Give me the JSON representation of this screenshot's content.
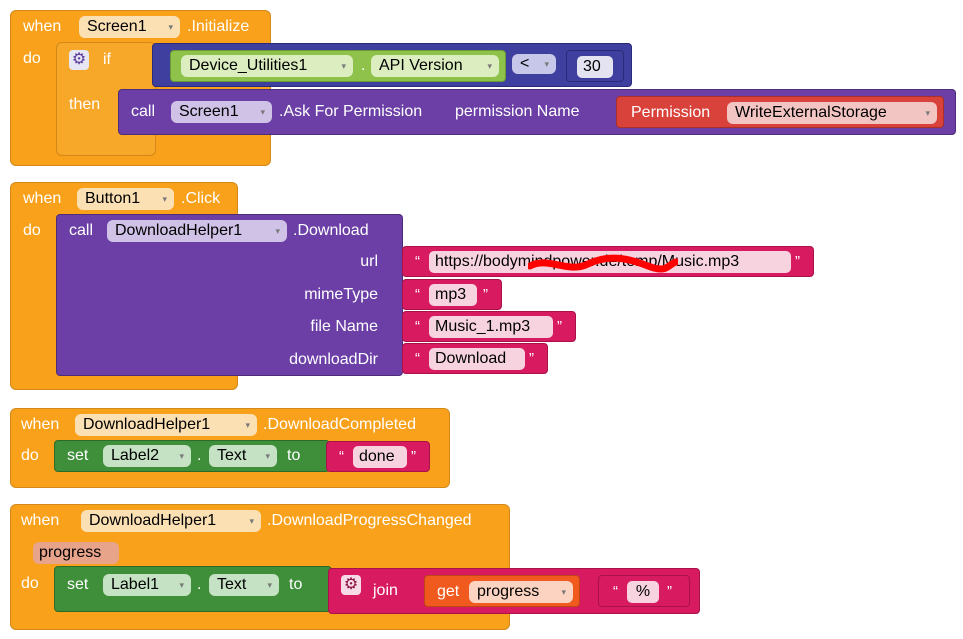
{
  "blocks": [
    {
      "when": "when",
      "do": "do",
      "component": "Screen1",
      "event": ".Initialize",
      "if": "if",
      "then": "then",
      "device_component": "Device_Utilities1",
      "dot": ".",
      "property": "API Version",
      "operator": "<",
      "number": "30",
      "call": "call",
      "call_component": "Screen1",
      "method": ".Ask For Permission",
      "param_label": "permission Name",
      "permission_label": "Permission",
      "permission_value": "WriteExternalStorage"
    },
    {
      "when": "when",
      "do": "do",
      "component": "Button1",
      "event": ".Click",
      "call": "call",
      "call_component": "DownloadHelper1",
      "method": ".Download",
      "params": [
        {
          "name": "url",
          "value": "https://bodymindpower.de/temp/Music.mp3"
        },
        {
          "name": "mimeType",
          "value": "mp3"
        },
        {
          "name": "file Name",
          "value": "Music_1.mp3"
        },
        {
          "name": "downloadDir",
          "value": "Download"
        }
      ]
    },
    {
      "when": "when",
      "do": "do",
      "component": "DownloadHelper1",
      "event": ".DownloadCompleted",
      "set": "set",
      "set_component": "Label2",
      "dot": ".",
      "property": "Text",
      "to": "to",
      "value": "done"
    },
    {
      "when": "when",
      "do": "do",
      "component": "DownloadHelper1",
      "event": ".DownloadProgressChanged",
      "param": "progress",
      "set": "set",
      "set_component": "Label1",
      "dot": ".",
      "property": "Text",
      "to": "to",
      "join": "join",
      "get": "get",
      "get_var": "progress",
      "suffix": "%"
    }
  ],
  "quote_open": "“",
  "quote_close": "”",
  "dropdown_arrow": "▾",
  "icons": {
    "mutator": "gear-icon"
  },
  "colors": {
    "event": "#f9a11b",
    "procedure": "#6b3fa6",
    "setter": "#3e8e3a",
    "getter": "#8ec24a",
    "math": "#3f3fa0",
    "text": "#d81b60",
    "helper": "#d9413b",
    "variable": "#f05a1e"
  }
}
